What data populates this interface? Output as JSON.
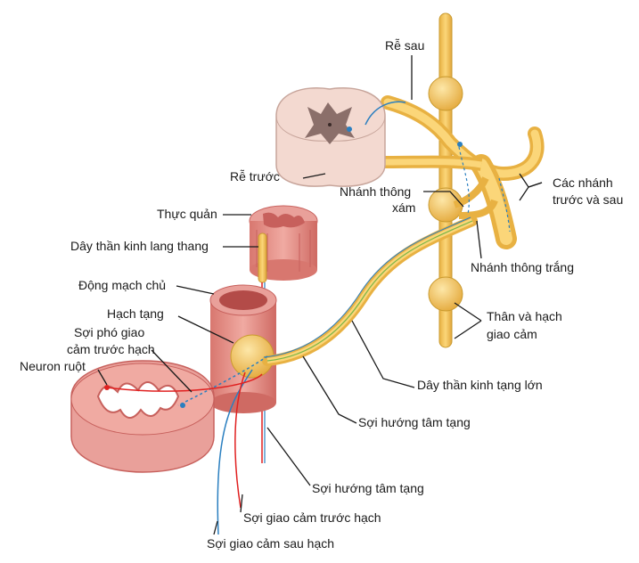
{
  "labels": {
    "re_sau": "Rễ sau",
    "re_truoc": "Rễ trước",
    "nhanh_thong_xam_1": "Nhánh thông",
    "nhanh_thong_xam_2": "xám",
    "cac_nhanh_1": "Các nhánh",
    "cac_nhanh_2": "trước và sau",
    "thuc_quan": "Thực quản",
    "day_than_kinh_lang_thang": "Dây thần kinh lang thang",
    "nhanh_thong_trang": "Nhánh thông trắng",
    "dong_mach_chu": "Động mạch chủ",
    "hach_tang": "Hạch tạng",
    "than_va_hach_1": "Thân và hạch",
    "than_va_hach_2": "giao cảm",
    "soi_pho_giao_1": "Sợi phó giao",
    "soi_pho_giao_2": "cảm trước hạch",
    "neuron_ruot": "Neuron ruột",
    "day_than_kinh_tang_lon": "Dây thần kinh tạng lớn",
    "soi_huong_tam_tang_1": "Sợi hướng tâm tạng",
    "soi_huong_tam_tang_2": "Sợi hướng tâm tạng",
    "soi_giao_cam_truoc_hach": "Sợi giao cảm trước hạch",
    "soi_giao_cam_sau_hach": "Sợi giao cảm sau hạch"
  },
  "colors": {
    "nerve": "#f2c25a",
    "nerve_edge": "#c99a2e",
    "tissue": "#e9a09a",
    "tissue_dark": "#c7605c",
    "spinal_white": "#f3d9d0",
    "spinal_gray": "#8b6f6a",
    "fiber_blue": "#2a7fc0",
    "fiber_red": "#e02020",
    "fiber_green": "#7ab648"
  }
}
